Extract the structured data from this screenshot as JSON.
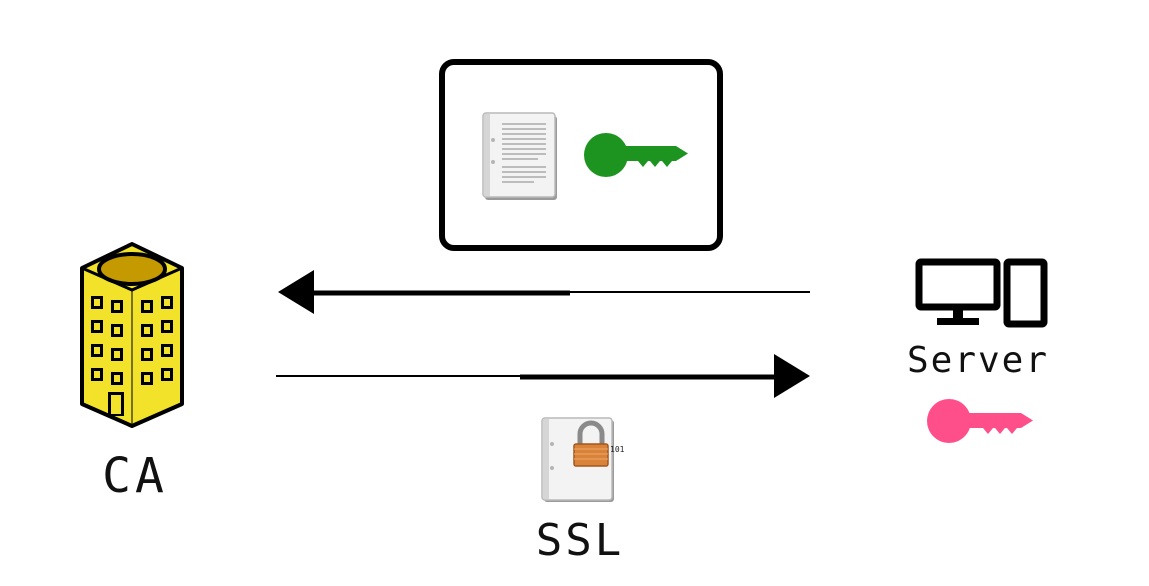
{
  "diagram": {
    "nodes": {
      "ca": {
        "label": "CA",
        "icon": "office-building-icon"
      },
      "server": {
        "label": "Server",
        "icon": "desktop-and-phone-icon",
        "key_icon": "private-key-icon"
      },
      "ssl": {
        "label": "SSL",
        "icon": "ssl-certificate-file-icon",
        "badge_text": "101"
      }
    },
    "request_bundle": {
      "items": [
        "document-icon",
        "public-key-icon"
      ]
    },
    "edges": [
      {
        "from": "server",
        "to": "ca",
        "direction": "left"
      },
      {
        "from": "ca",
        "to": "server",
        "direction": "right"
      }
    ],
    "colors": {
      "building_yellow": "#f2e22a",
      "building_roof": "#c49a00",
      "public_key_green": "#1e9420",
      "private_key_pink": "#ff4f8b",
      "padlock_orange": "#d9823a",
      "ink": "#000000"
    }
  }
}
